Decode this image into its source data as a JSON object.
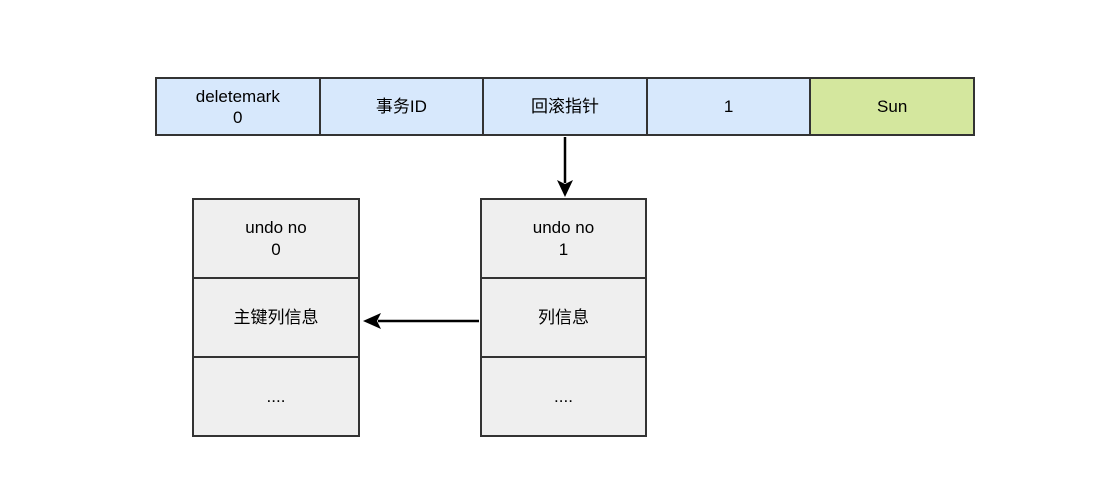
{
  "colors": {
    "cell_blue": "#d7e8fc",
    "cell_green": "#d4e79e",
    "box_gray": "#efefef",
    "border": "#333333",
    "arrow": "#000000"
  },
  "record_row": {
    "cells": [
      {
        "text": "deletemark\n0"
      },
      {
        "text": "事务ID"
      },
      {
        "text": "回滚指针"
      },
      {
        "text": "1"
      },
      {
        "text": "Sun"
      }
    ]
  },
  "undo_log_0": {
    "rows": [
      {
        "text": "undo no\n0"
      },
      {
        "text": "主键列信息"
      },
      {
        "text": "...."
      }
    ]
  },
  "undo_log_1": {
    "rows": [
      {
        "text": "undo no\n1"
      },
      {
        "text": "列信息"
      },
      {
        "text": "...."
      }
    ]
  }
}
